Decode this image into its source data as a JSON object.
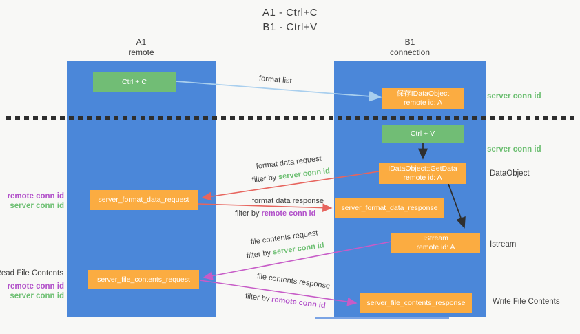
{
  "title": {
    "line1": "A1 - Ctrl+C",
    "line2": "B1 - Ctrl+V"
  },
  "lanes": {
    "a1": {
      "name": "A1",
      "role": "remote"
    },
    "b1": {
      "name": "B1",
      "role": "connection"
    }
  },
  "nodes": {
    "ctrl_c": {
      "label": "Ctrl + C"
    },
    "ctrl_v": {
      "label": "Ctrl + V"
    },
    "save_dataobject": {
      "line1": "保存IDataObject",
      "line2": "remote id: A"
    },
    "getdata": {
      "line1": "IDataObject::GetData",
      "line2": "remote id: A"
    },
    "istream": {
      "line1": "IStream",
      "line2": "remote id: A"
    },
    "format_request": {
      "label": "server_format_data_request"
    },
    "format_response": {
      "label": "server_format_data_response"
    },
    "file_request": {
      "label": "server_file_contents_request"
    },
    "file_response": {
      "label": "server_file_contents_response"
    }
  },
  "flow_labels": {
    "format_list": "format list",
    "format_data_request": "format data request",
    "format_data_response": "format data response",
    "file_contents_request": "file contents request",
    "file_contents_response": "file contents response",
    "filter_by": "filter by",
    "server_conn_id": "server conn id",
    "remote_conn_id": "remote conn id"
  },
  "side_labels": {
    "server_conn_id_top": "server conn id",
    "server_conn_id_mid": "server conn id",
    "dataobject": "DataObject",
    "istream": "Istream",
    "write_file_contents": "Write File Contents",
    "read_file_contents": "Read File Contents",
    "remote_conn_id": "remote conn id",
    "server_conn_id": "server conn id"
  },
  "colors": {
    "background": "#f8f8f6",
    "lane_blue": "#4b87d9",
    "node_green": "#71bd75",
    "node_orange": "#fbac41",
    "text_dark": "#3d3d3d",
    "label_green": "#6dbf72",
    "label_purple": "#b14fc9",
    "arrow_red": "#e7655e",
    "arrow_magenta": "#c75cc7",
    "arrow_blue": "#a9cfee",
    "arrow_black": "#2f2f2f",
    "dotted_line": "#2e2e2e"
  }
}
